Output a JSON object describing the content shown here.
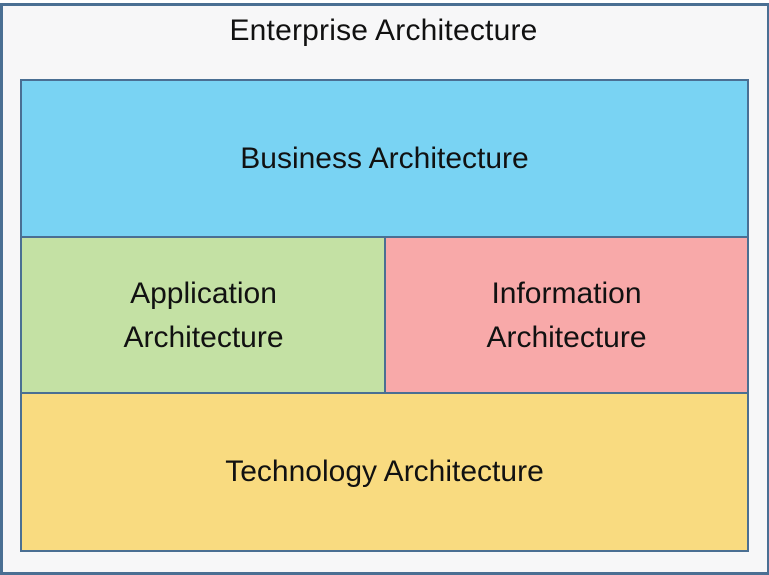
{
  "diagram": {
    "title": "Enterprise Architecture",
    "colors": {
      "border": "#4a6f93",
      "outer_background": "#f7f7f8",
      "business": "#79d3f3",
      "application": "#c4e1a4",
      "information": "#f8a9a9",
      "technology": "#f9db80"
    },
    "layers": {
      "business": {
        "label": "Business Architecture"
      },
      "application": {
        "line1": "Application",
        "line2": "Architecture"
      },
      "information": {
        "line1": "Information",
        "line2": "Architecture"
      },
      "technology": {
        "label": "Technology Architecture"
      }
    }
  }
}
